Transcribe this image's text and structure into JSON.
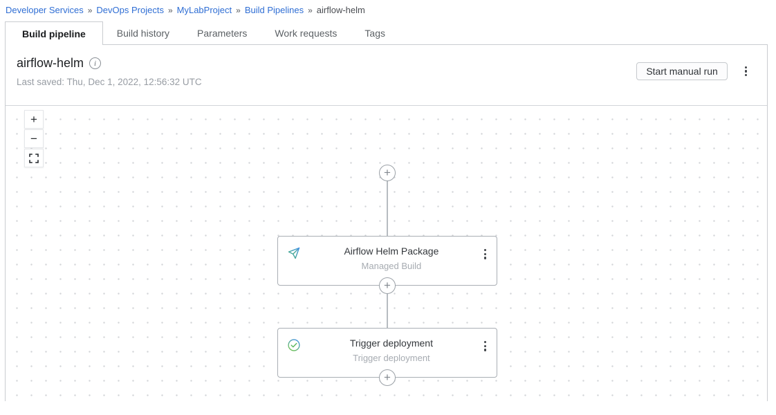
{
  "breadcrumb": {
    "separator": "»",
    "items": [
      {
        "label": "Developer Services"
      },
      {
        "label": "DevOps Projects"
      },
      {
        "label": "MyLabProject"
      },
      {
        "label": "Build Pipelines"
      },
      {
        "label": "airflow-helm"
      }
    ]
  },
  "tabs": [
    {
      "label": "Build pipeline",
      "active": true
    },
    {
      "label": "Build history",
      "active": false
    },
    {
      "label": "Parameters",
      "active": false
    },
    {
      "label": "Work requests",
      "active": false
    },
    {
      "label": "Tags",
      "active": false
    }
  ],
  "header": {
    "title": "airflow-helm",
    "info_icon_glyph": "i",
    "last_saved": "Last saved: Thu, Dec 1, 2022, 12:56:32 UTC",
    "start_button_label": "Start manual run"
  },
  "canvas": {
    "zoom_controls": {
      "zoom_in": "+",
      "zoom_out": "−",
      "fit": "fit-to-screen-icon"
    },
    "add_node_glyph": "+",
    "nodes": [
      {
        "title": "Airflow Helm Package",
        "subtitle": "Managed Build",
        "icon": "paper-plane-icon"
      },
      {
        "title": "Trigger deployment",
        "subtitle": "Trigger deployment",
        "icon": "check-circle-icon"
      }
    ]
  },
  "colors": {
    "link_blue": "#2f6ed4",
    "icon_gradient_blue": "#4191e2",
    "icon_gradient_green": "#4db378",
    "panel_border": "#c9ccd0",
    "card_border": "#a9aeb4"
  }
}
